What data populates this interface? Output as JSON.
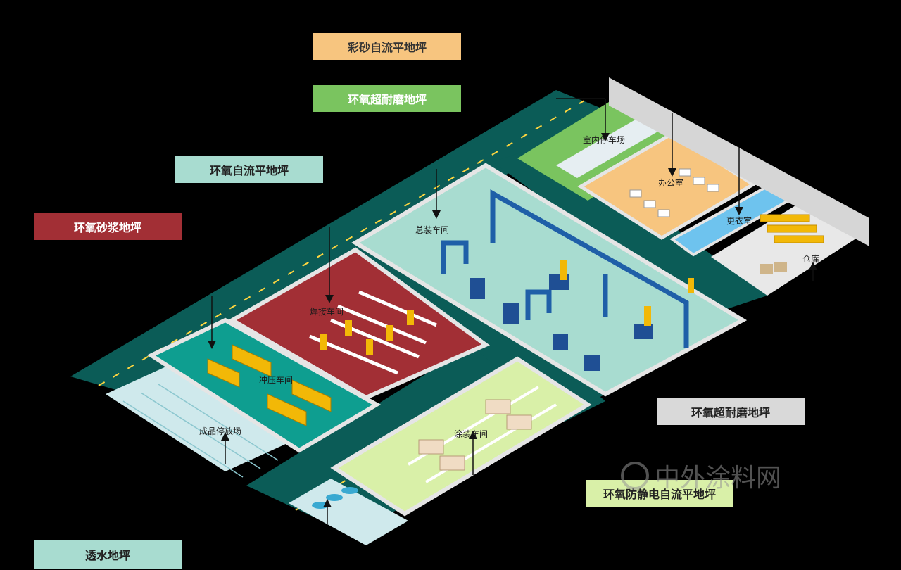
{
  "floor_types": {
    "color_sand": "彩砂自流平地坪",
    "epoxy_wear_top": "环氧超耐磨地坪",
    "epoxy_self_level": "环氧自流平地坪",
    "epoxy_mortar": "环氧砂浆地坪",
    "epoxy_wear_right": "环氧超耐磨地坪",
    "antistatic": "环氧防静电自流平地坪",
    "permeable": "透水地坪"
  },
  "areas": {
    "indoor_parking": "室内停车场",
    "office": "办公室",
    "locker_room": "更衣室",
    "warehouse": "仓库",
    "assembly": "总装车间",
    "welding": "焊接车间",
    "stamping": "冲压车间",
    "finished_parking": "成品停放场",
    "painting": "涂装车间"
  },
  "watermark": "中外涂料网",
  "colors": {
    "color_sand": "#f7c57f",
    "epoxy_wear": "#7ac45f",
    "epoxy_self_level": "#a8dcd0",
    "epoxy_mortar": "#a22f35",
    "epoxy_wear_right": "#d9d9d9",
    "antistatic": "#d9f0a8",
    "permeable": "#a8dcd0",
    "road": "#0b5c57"
  }
}
